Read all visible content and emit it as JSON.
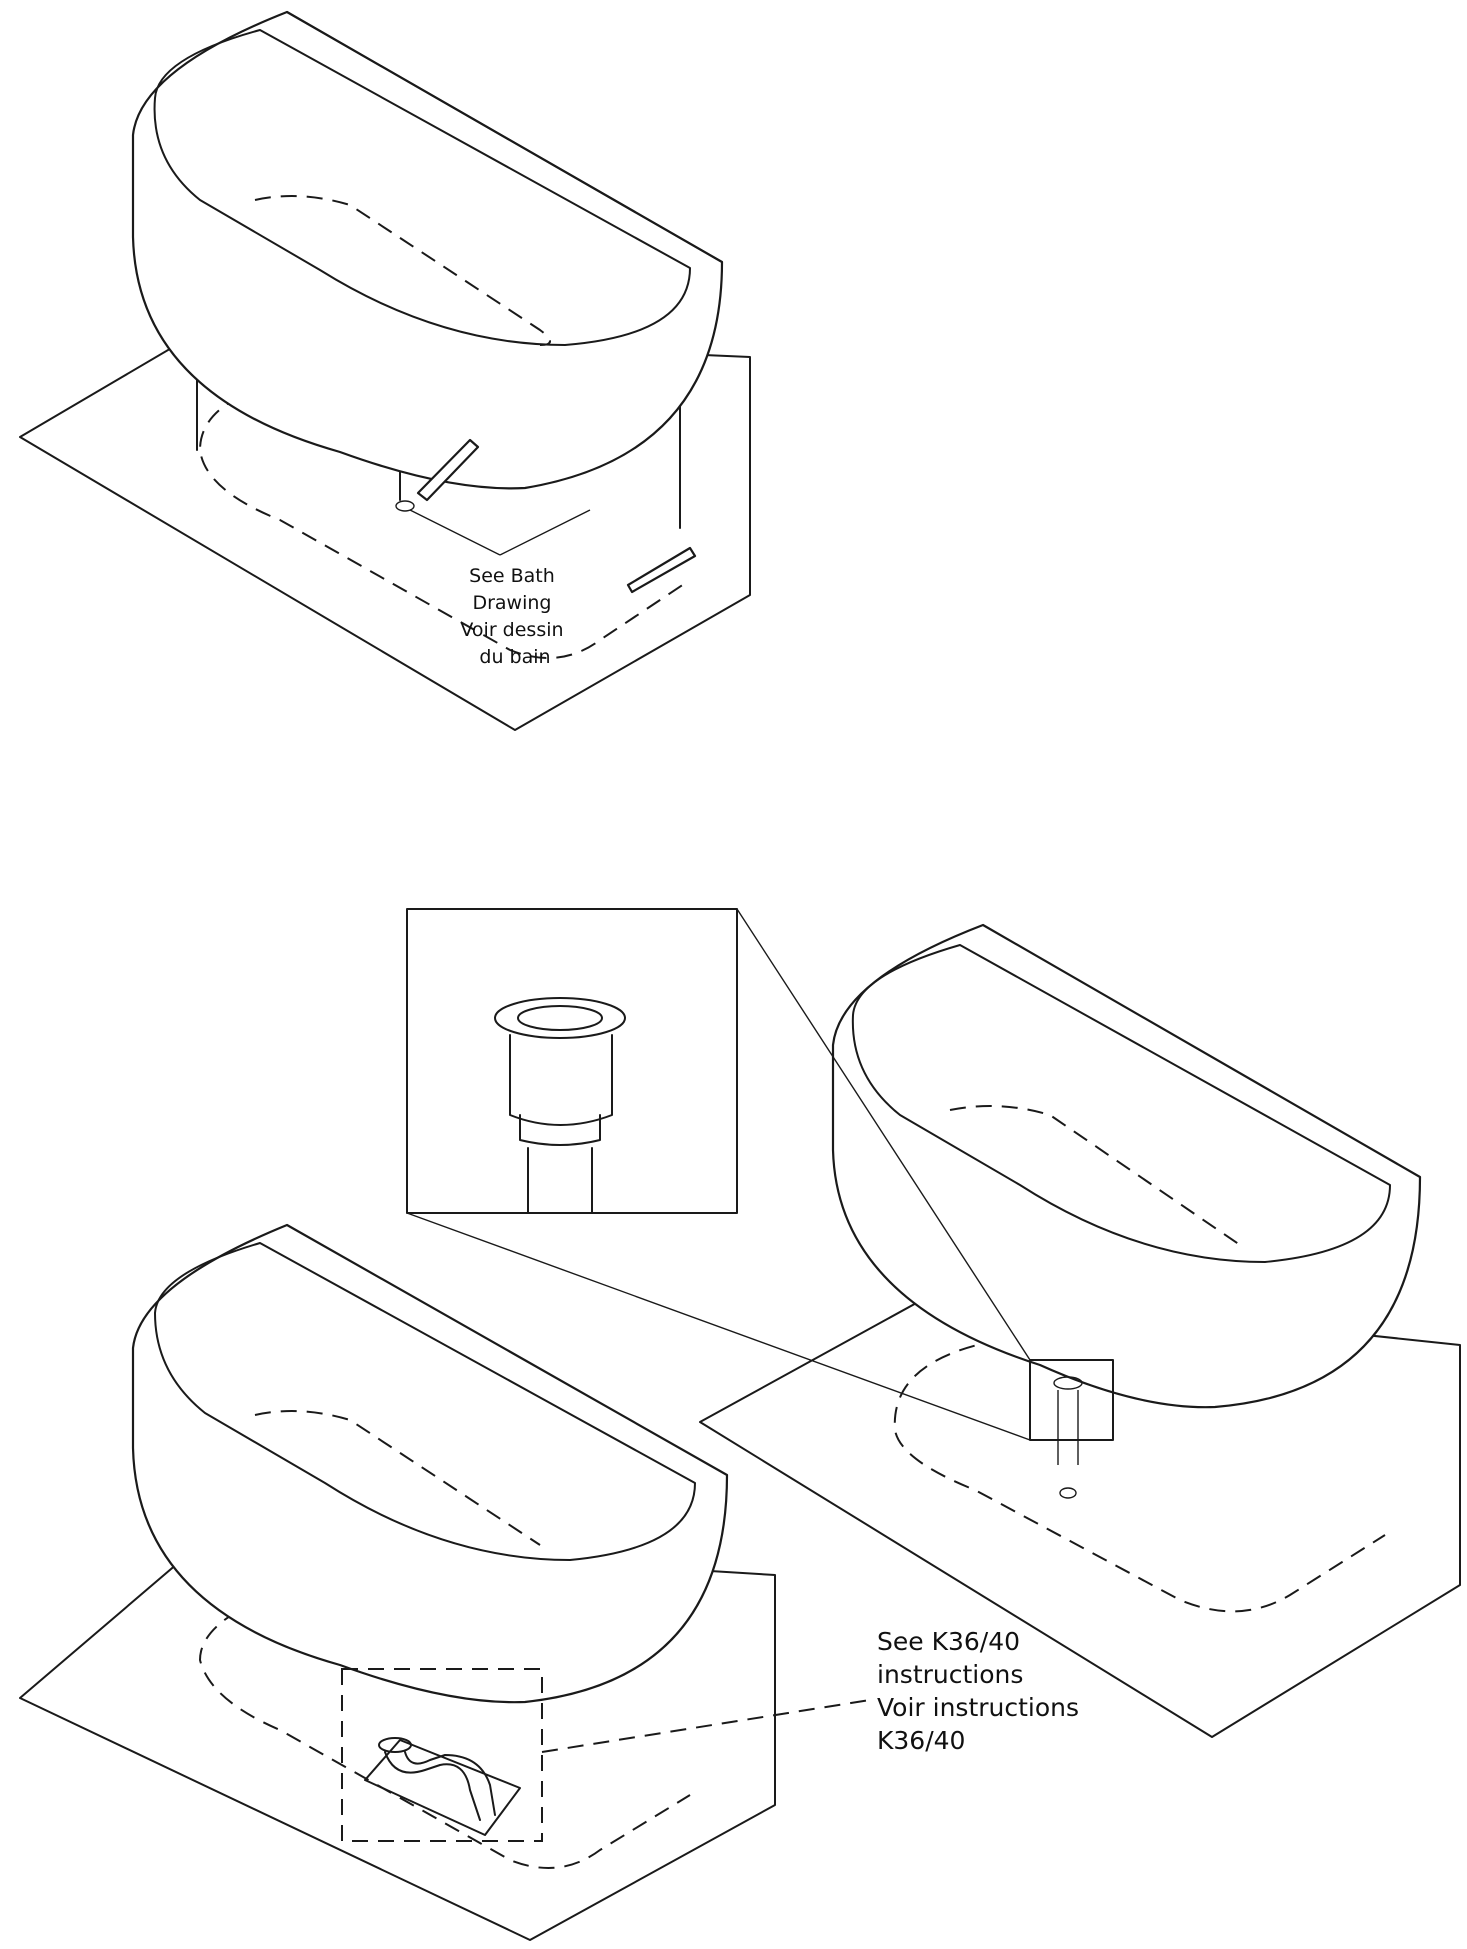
{
  "labels": {
    "bath_drawing": [
      "See Bath",
      "Drawing",
      "Voir dessin",
      "du bain"
    ],
    "k36_instructions": [
      "See K36/40",
      "instructions",
      "Voir instructions",
      "K36/40"
    ]
  },
  "colors": {
    "line": "#1a1a1a",
    "background": "#ffffff"
  }
}
